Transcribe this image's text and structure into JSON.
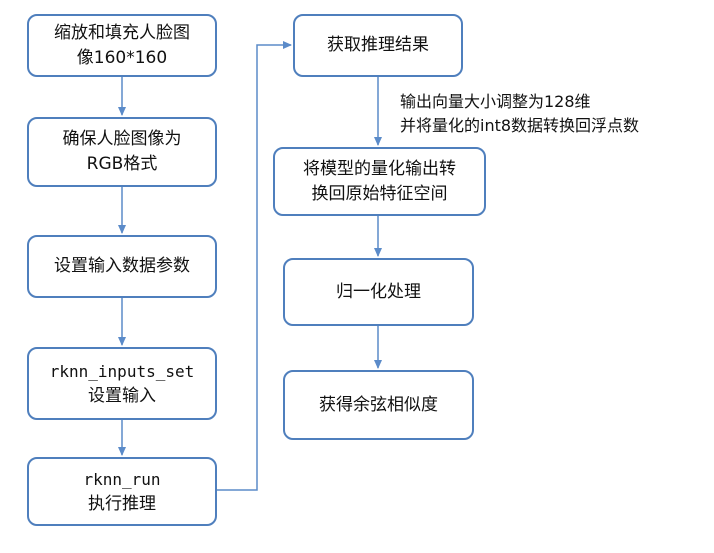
{
  "colors": {
    "box_border": "#4f7fbd",
    "connector": "#5b8bc9",
    "text": "#111111"
  },
  "left_column": [
    {
      "lines": [
        "缩放和填充人脸图",
        "像160*160"
      ]
    },
    {
      "lines": [
        "确保人脸图像为",
        "RGB格式"
      ]
    },
    {
      "lines": [
        "设置输入数据参数"
      ]
    },
    {
      "lines": [
        "rknn_inputs_set",
        "设置输入"
      ]
    },
    {
      "lines": [
        "rknn_run",
        "执行推理"
      ]
    }
  ],
  "right_column": [
    {
      "lines": [
        "获取推理结果"
      ]
    },
    {
      "lines": [
        "将模型的量化输出转",
        "换回原始特征空间"
      ]
    },
    {
      "lines": [
        "归一化处理"
      ]
    },
    {
      "lines": [
        "获得余弦相似度"
      ]
    }
  ],
  "annotation": {
    "lines": [
      "输出向量大小调整为128维",
      "并将量化的int8数据转换回浮点数"
    ]
  }
}
